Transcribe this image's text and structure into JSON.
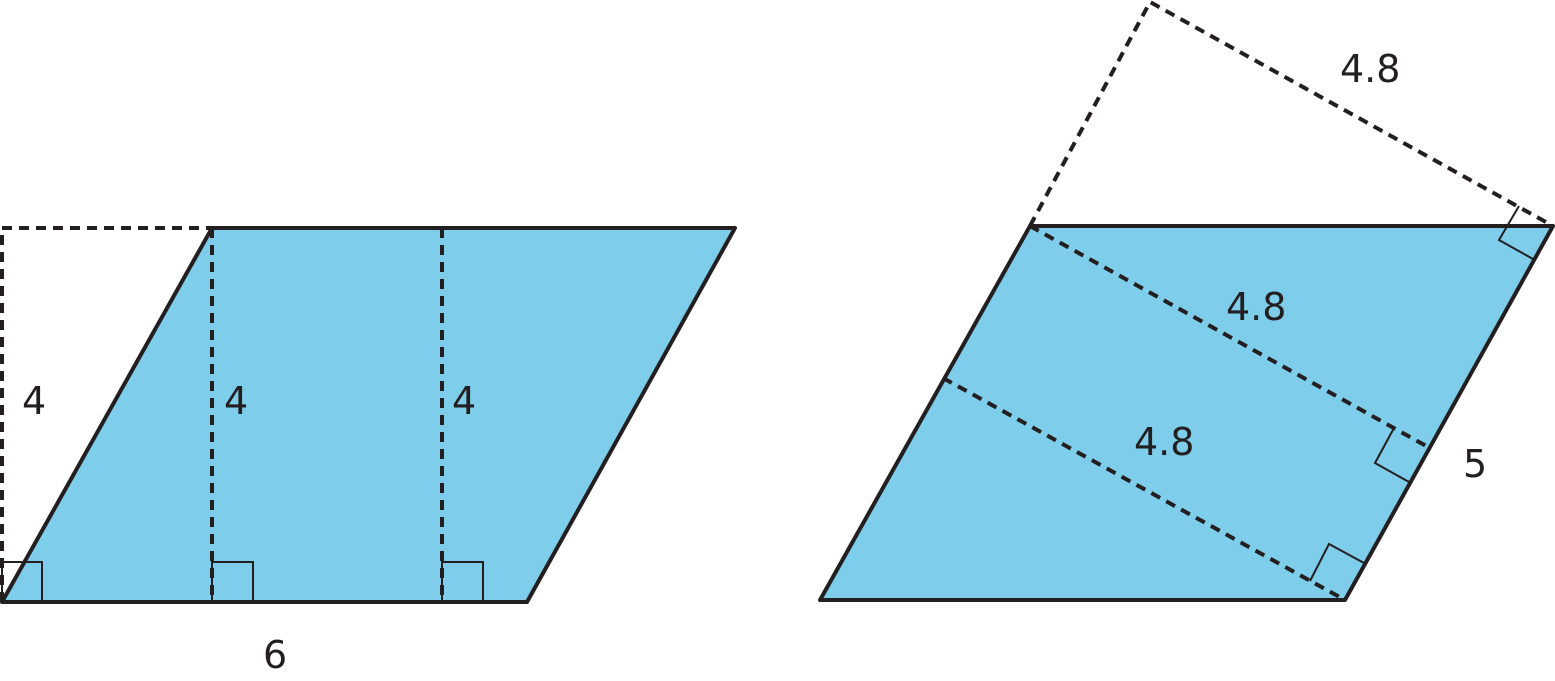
{
  "colors": {
    "fill": "#7ecdea",
    "stroke": "#231f20"
  },
  "left_figure": {
    "base_label": "6",
    "height_labels": [
      "4",
      "4",
      "4"
    ]
  },
  "right_figure": {
    "side_label": "5",
    "height_labels": [
      "4.8",
      "4.8",
      "4.8"
    ]
  }
}
